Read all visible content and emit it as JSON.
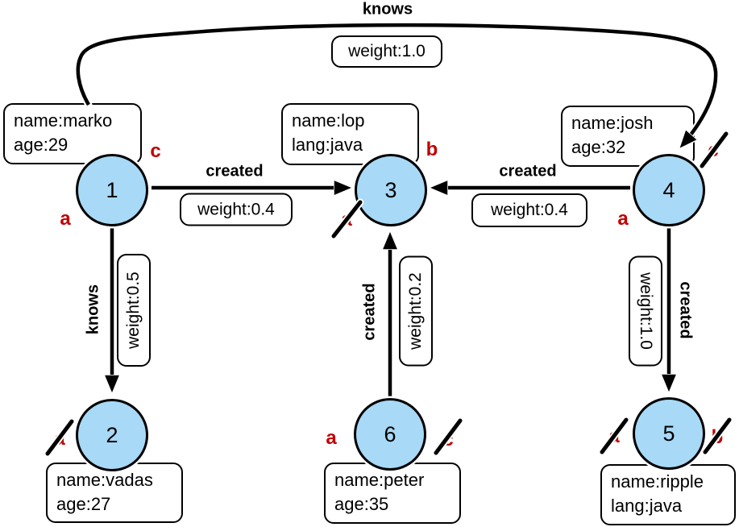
{
  "colors": {
    "node_fill": "#A8D9F6",
    "node_border": "#000000",
    "edge": "#000000",
    "box_background": "#FFFFFF",
    "step_label_red": "#C00000"
  },
  "nodes": [
    {
      "id": "1",
      "props": [
        "name:marko",
        "age:29"
      ],
      "markers": [
        {
          "letter": "a",
          "struck": false,
          "placement": "lower-left"
        },
        {
          "letter": "c",
          "struck": false,
          "placement": "upper-right"
        }
      ]
    },
    {
      "id": "2",
      "props": [
        "name:vadas",
        "age:27"
      ],
      "markers": [
        {
          "letter": "a",
          "struck": true,
          "placement": "left"
        }
      ]
    },
    {
      "id": "3",
      "props": [
        "name:lop",
        "lang:java"
      ],
      "markers": [
        {
          "letter": "a",
          "struck": true,
          "placement": "lower-left"
        },
        {
          "letter": "b",
          "struck": false,
          "placement": "upper-right"
        }
      ]
    },
    {
      "id": "4",
      "props": [
        "name:josh",
        "age:32"
      ],
      "markers": [
        {
          "letter": "a",
          "struck": false,
          "placement": "lower-left"
        },
        {
          "letter": "c",
          "struck": true,
          "placement": "upper-right"
        }
      ]
    },
    {
      "id": "5",
      "props": [
        "name:ripple",
        "lang:java"
      ],
      "markers": [
        {
          "letter": "a",
          "struck": true,
          "placement": "left"
        },
        {
          "letter": "b",
          "struck": true,
          "placement": "right"
        }
      ]
    },
    {
      "id": "6",
      "props": [
        "name:peter",
        "age:35"
      ],
      "markers": [
        {
          "letter": "a",
          "struck": false,
          "placement": "left"
        },
        {
          "letter": "c",
          "struck": true,
          "placement": "right"
        }
      ]
    }
  ],
  "edges": [
    {
      "from": "1",
      "to": "4",
      "label": "knows",
      "weight": 1.0,
      "weight_label": "weight:1.0"
    },
    {
      "from": "1",
      "to": "3",
      "label": "created",
      "weight": 0.4,
      "weight_label": "weight:0.4"
    },
    {
      "from": "4",
      "to": "3",
      "label": "created",
      "weight": 0.4,
      "weight_label": "weight:0.4"
    },
    {
      "from": "1",
      "to": "2",
      "label": "knows",
      "weight": 0.5,
      "weight_label": "weight:0.5"
    },
    {
      "from": "6",
      "to": "3",
      "label": "created",
      "weight": 0.2,
      "weight_label": "weight:0.2"
    },
    {
      "from": "4",
      "to": "5",
      "label": "created",
      "weight": 1.0,
      "weight_label": "weight:1.0"
    }
  ]
}
